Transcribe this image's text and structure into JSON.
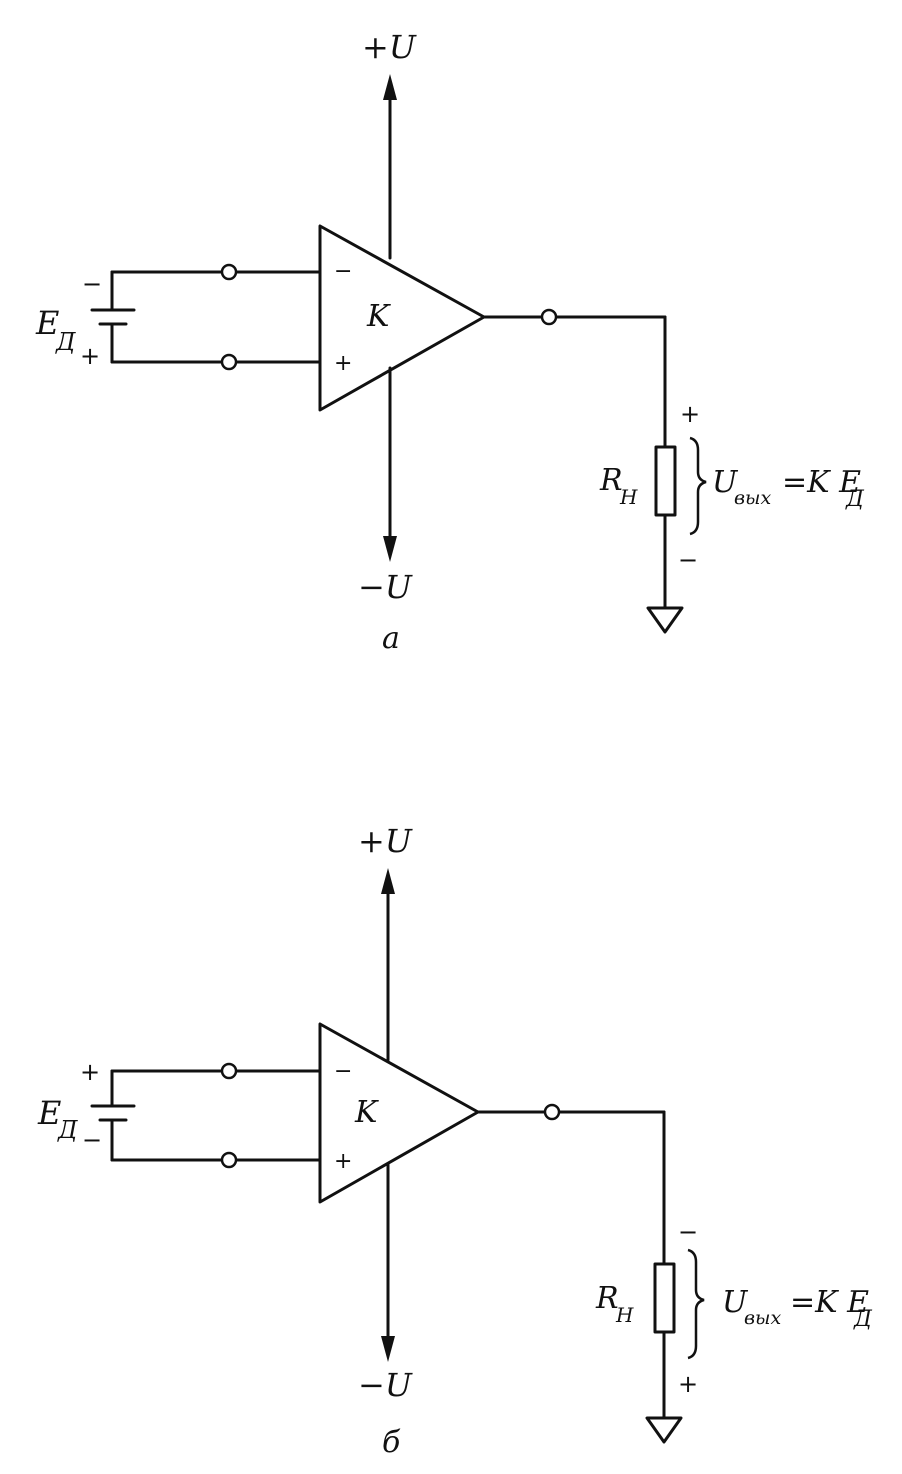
{
  "diagrams": [
    {
      "id": "a",
      "caption": "a",
      "supply_positive": "+U",
      "supply_negative": "−U",
      "amplifier_gain": "K",
      "input_minus": "−",
      "input_plus": "+",
      "source_label": "E",
      "source_subscript": "Д",
      "source_top_sign": "−",
      "source_bottom_sign": "+",
      "load_label": "R",
      "load_subscript": "Н",
      "load_top_sign": "+",
      "load_bottom_sign": "−",
      "output_formula_u": "U",
      "output_formula_sub": "вых",
      "output_formula_rest": "=K E",
      "output_formula_rest_sub": "Д"
    },
    {
      "id": "b",
      "caption": "б",
      "supply_positive": "+U",
      "supply_negative": "−U",
      "amplifier_gain": "K",
      "input_minus": "−",
      "input_plus": "+",
      "source_label": "E",
      "source_subscript": "Д",
      "source_top_sign": "+",
      "source_bottom_sign": "−",
      "load_label": "R",
      "load_subscript": "Н",
      "load_top_sign": "−",
      "load_bottom_sign": "+",
      "output_formula_u": "U",
      "output_formula_sub": "вых",
      "output_formula_rest": "=K E",
      "output_formula_rest_sub": "Д"
    }
  ]
}
